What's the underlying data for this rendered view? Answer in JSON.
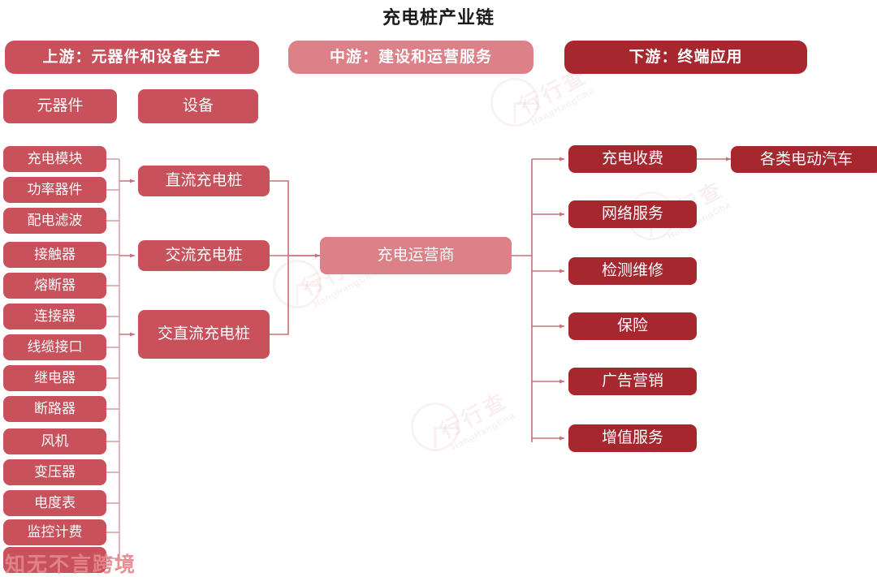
{
  "title": "充电桩产业链",
  "colors": {
    "mid_red": "#c8515b",
    "light_pink": "#dd8189",
    "dark_red": "#a7272f",
    "line": "#c8707a",
    "title_text": "#1a1a1a"
  },
  "headers": [
    {
      "label": "上游：元器件和设备生产",
      "tone": "mid"
    },
    {
      "label": "中游：建设和运营服务",
      "tone": "light"
    },
    {
      "label": "下游：终端应用",
      "tone": "dark"
    }
  ],
  "upstream_groups": [
    {
      "label": "元器件"
    },
    {
      "label": "设备"
    }
  ],
  "components": [
    {
      "label": "充电模块"
    },
    {
      "label": "功率器件"
    },
    {
      "label": "配电滤波"
    },
    {
      "label": "接触器"
    },
    {
      "label": "熔断器"
    },
    {
      "label": "连接器"
    },
    {
      "label": "线缆接口"
    },
    {
      "label": "继电器"
    },
    {
      "label": "断路器"
    },
    {
      "label": "风机"
    },
    {
      "label": "变压器"
    },
    {
      "label": "电度表"
    },
    {
      "label": "监控计费"
    },
    {
      "label": ""
    }
  ],
  "equipment": [
    {
      "label": "直流充电桩"
    },
    {
      "label": "交流充电桩"
    },
    {
      "label": "交直流充电桩"
    }
  ],
  "operator": {
    "label": "充电运营商"
  },
  "services": [
    {
      "label": "充电收费"
    },
    {
      "label": "网络服务"
    },
    {
      "label": "检测维修"
    },
    {
      "label": "保险"
    },
    {
      "label": "广告营销"
    },
    {
      "label": "增值服务"
    }
  ],
  "terminal": {
    "label": "各类电动汽车"
  },
  "watermarks": {
    "brand_left": "知无不言跨境",
    "mark_cn": "行行查",
    "mark_en": "HangHangCha"
  }
}
